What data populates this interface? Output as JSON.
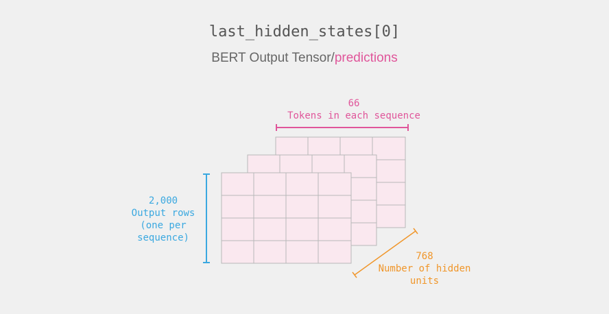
{
  "title": "last_hidden_states[0]",
  "subtitle": {
    "main": "BERT Output Tensor/",
    "accent": "predictions"
  },
  "tokens_dimension": {
    "value": "66",
    "label": "Tokens in each sequence",
    "color": "#e0559a"
  },
  "rows_dimension": {
    "value": "2,000",
    "line1": "Output rows",
    "line2": "(one per",
    "line3": "sequence)",
    "color": "#3aa8e0"
  },
  "hidden_dimension": {
    "value": "768",
    "line1": "Number of hidden",
    "line2": "units",
    "color": "#f0962a"
  },
  "colors": {
    "background": "#f0f0f0",
    "cell_fill": "#fae8ef",
    "cell_stroke": "#b8b8b8"
  }
}
